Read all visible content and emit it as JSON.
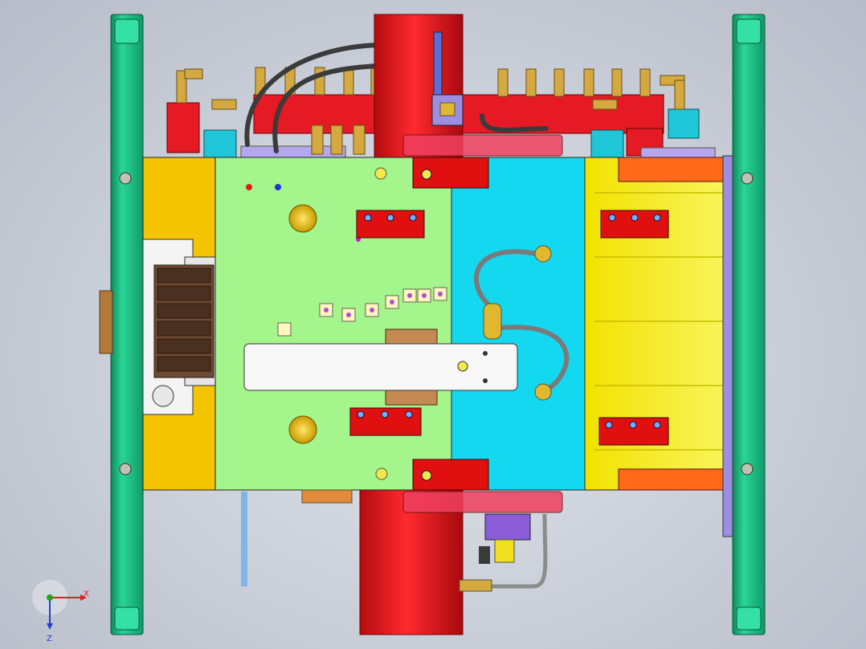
{
  "window": {
    "title": ""
  },
  "viewport": {
    "background": "#c9ced8",
    "triad": {
      "x_label": "X",
      "z_label": "Z",
      "x_color": "#e0201e",
      "y_color": "#1fa81f",
      "z_color": "#2040d0"
    }
  },
  "colors": {
    "side_rail": "#21c48a",
    "cylinder": "#e8141a",
    "a_plate": "#f5c400",
    "cavity_plate": "#a4f58c",
    "core_plate": "#14d8f0",
    "slide_block": "#f0f000",
    "lifter": "#e01010",
    "manifold": "#e51a24",
    "fitting": "#d4a940",
    "hose": "#4a4a4a",
    "valve_block": "#6e4a32",
    "purple_plate": "#9d8fe0"
  },
  "parts": {
    "left_rail": "left-side-rail",
    "right_rail": "right-side-rail",
    "main_cylinder": "main-hydraulic-cylinder",
    "insert_bar_text_left": "",
    "insert_bar_text_right": ""
  }
}
